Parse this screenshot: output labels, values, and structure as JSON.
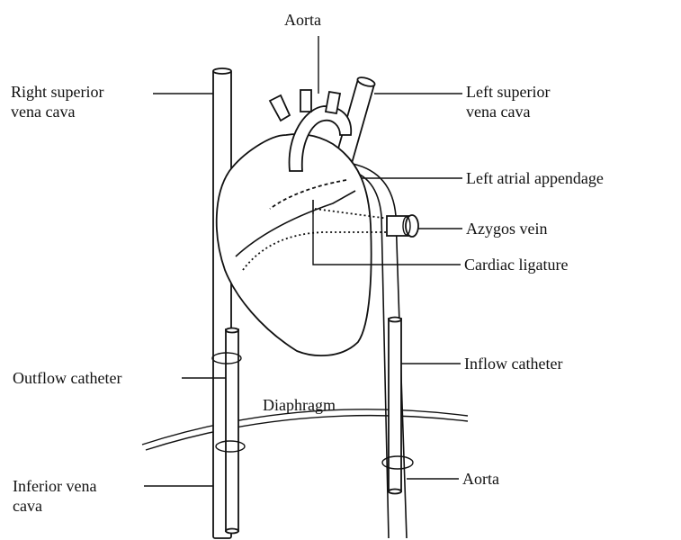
{
  "labels": {
    "aorta_top": "Aorta",
    "rsvc_line1": "Right superior",
    "rsvc_line2": "vena cava",
    "lsvc_line1": "Left superior",
    "lsvc_line2": "vena cava",
    "left_atrial_appendage": "Left atrial appendage",
    "azygos_vein": "Azygos vein",
    "cardiac_ligature": "Cardiac ligature",
    "inflow_catheter": "Inflow catheter",
    "outflow_catheter": "Outflow catheter",
    "diaphragm": "Diaphragm",
    "ivc_line1": "Inferior vena",
    "ivc_line2": "cava",
    "aorta_bottom": "Aorta"
  }
}
